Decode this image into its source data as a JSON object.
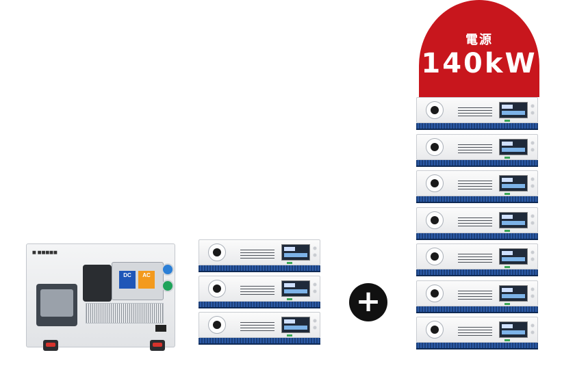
{
  "badge": {
    "line1": "電源",
    "line2": "140kW",
    "color": "#c8161d"
  },
  "tester": {
    "dc_label": "DC",
    "ac_label": "AC"
  },
  "plus_symbol": "+",
  "left_stack_count": 3,
  "right_stack_count": 7
}
